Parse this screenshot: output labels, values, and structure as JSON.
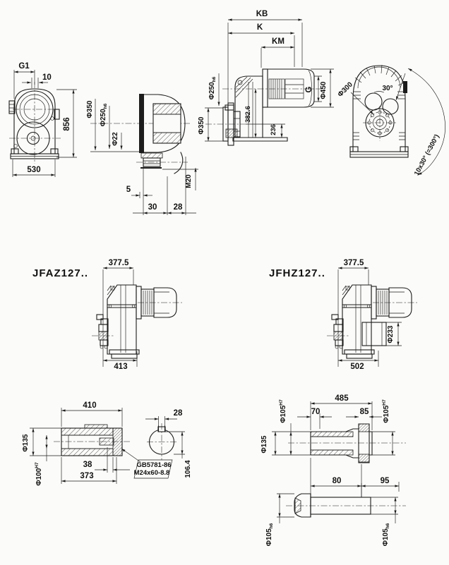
{
  "page": {
    "background": "#fbfbf9",
    "ink": "#1c1c1c"
  },
  "front_view": {
    "g1": "G1",
    "top_offset": "10",
    "height": "856",
    "width": "530"
  },
  "section_view": {
    "flange_od": "Φ350",
    "spigot_dia": "Φ250",
    "spigot_tol": "h6",
    "bolt_hole": "Φ22",
    "tap_size": "M20",
    "dim5": "5",
    "dim30": "30",
    "dim28": "28"
  },
  "side_view": {
    "kb": "KB",
    "k": "K",
    "km": "KM",
    "spigot_dia": "Φ250",
    "spigot_tol": "h6",
    "flange_od": "Φ350",
    "center_height": "382.6",
    "axis_height": "236",
    "g": "G",
    "swing_dia": "Φ450"
  },
  "rear_view": {
    "bolt_circle": "Φ300",
    "angle": "30°",
    "hole_pattern": "10x30° (=300°)"
  },
  "jfaz_view": {
    "title": "JFAZ127..",
    "length_top": "377.5",
    "length_bottom": "413"
  },
  "jfhz_view": {
    "title": "JFHZ127..",
    "length_top": "377.5",
    "length_bottom": "502",
    "cover_dia": "Φ233"
  },
  "hollow_shaft_view": {
    "length": "410",
    "od": "Φ135",
    "bore": "Φ100",
    "bore_tol": "H7",
    "bolt_depth": "38",
    "bore_length": "373",
    "callout_line1": "GB5781-86",
    "callout_line2": "M24x60-8.8",
    "key_width": "28",
    "key_height": "106.4"
  },
  "shaft_view": {
    "length": "485",
    "step1": "70",
    "step2": "85",
    "fit_dia": "Φ105",
    "fit_tol": "H7",
    "od": "Φ135",
    "ext1": "80",
    "ext2": "95",
    "end_dia": "Φ105",
    "end_tol": "h6"
  }
}
